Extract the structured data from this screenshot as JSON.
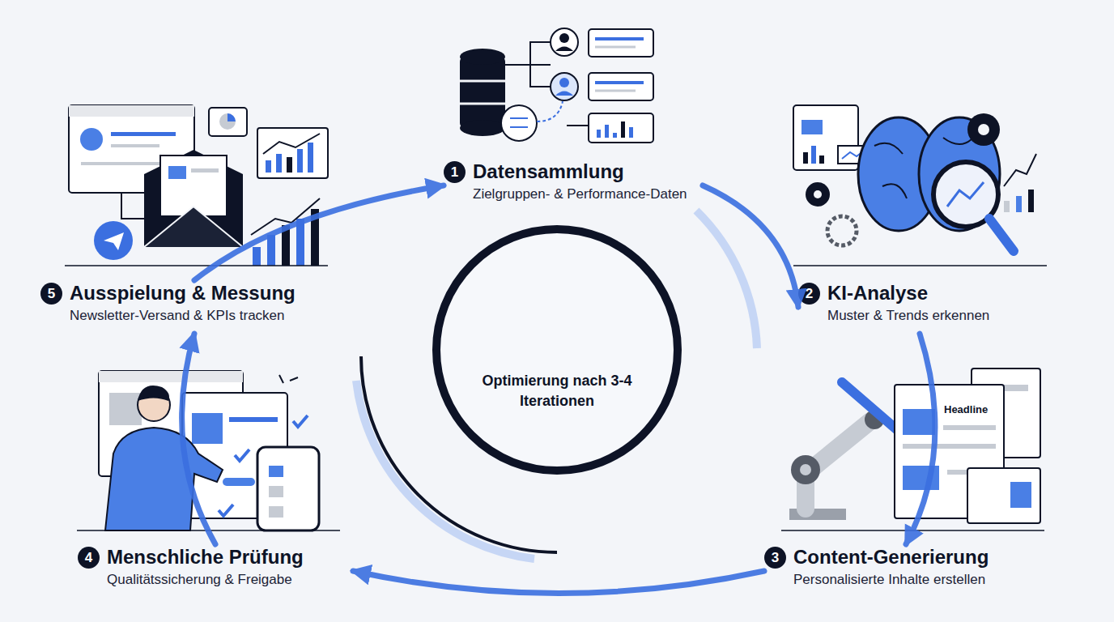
{
  "diagram": {
    "nodes": [
      {
        "text": [
          "Datensammlung",
          "Zielgruppen- & Performance-Daten"
        ]
      },
      {
        "text": [
          "KI-Analyse",
          "Muster & Trends erkennen"
        ]
      },
      {
        "text": [
          "Content-Generierung",
          "Personalisierte Inhalte erstellen"
        ]
      },
      {
        "text": [
          "Menschliche Prüfung",
          "Qualitätssicherung & Freigabe"
        ]
      },
      {
        "text": [
          "Ausspielung & Messung",
          "Newsletter-Versand & KPIs tracken"
        ]
      },
      {
        "text": [
          "Optimierung nach 3-4 Iterationen"
        ]
      }
    ],
    "edges": [
      {
        "from": 0,
        "to": 1,
        "arrow": "to"
      },
      {
        "from": 1,
        "to": 2,
        "arrow": "to"
      },
      {
        "from": 2,
        "to": 3,
        "arrow": "to"
      },
      {
        "from": 3,
        "to": 4,
        "arrow": "to"
      },
      {
        "from": 4,
        "to": 0,
        "arrow": "to"
      }
    ],
    "labels": [
      "1",
      "2",
      "3",
      "4",
      "5",
      "Headline"
    ]
  }
}
